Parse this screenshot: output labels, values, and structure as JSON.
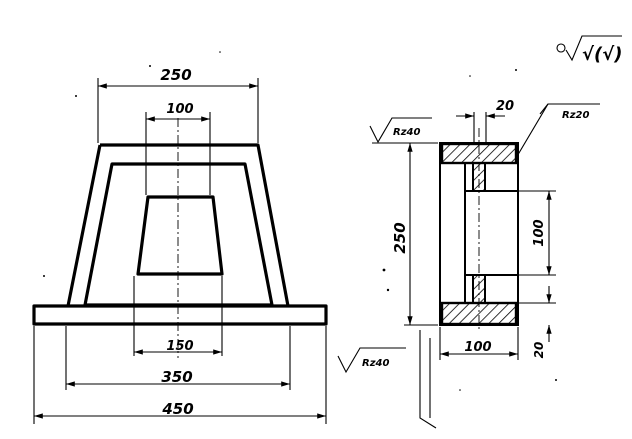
{
  "drawing": {
    "surface_finish_symbol": "√(√)",
    "front_view": {
      "dimensions": {
        "top_width": "250",
        "opening_top": "100",
        "opening_bottom": "150",
        "frame_bottom": "350",
        "base_width": "450"
      }
    },
    "section_view": {
      "dimensions": {
        "flange_thickness": "20",
        "total_height": "250",
        "window_height": "100",
        "web_width": "100",
        "base_flange_thickness": "20"
      },
      "roughness": {
        "top_left": "Rz40",
        "top_right": "Rz20",
        "bottom_left": "Rz40"
      }
    }
  }
}
